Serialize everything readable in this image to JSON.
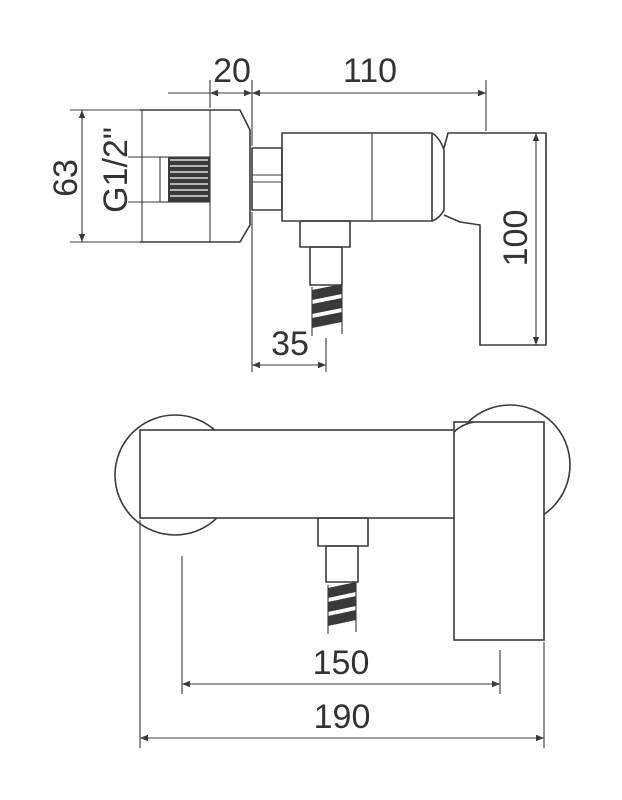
{
  "dimensions": {
    "d20": "20",
    "d110": "110",
    "d63": "63",
    "thread": "G1/2\"",
    "d100": "100",
    "d35": "35",
    "d150": "150",
    "d190": "190"
  }
}
